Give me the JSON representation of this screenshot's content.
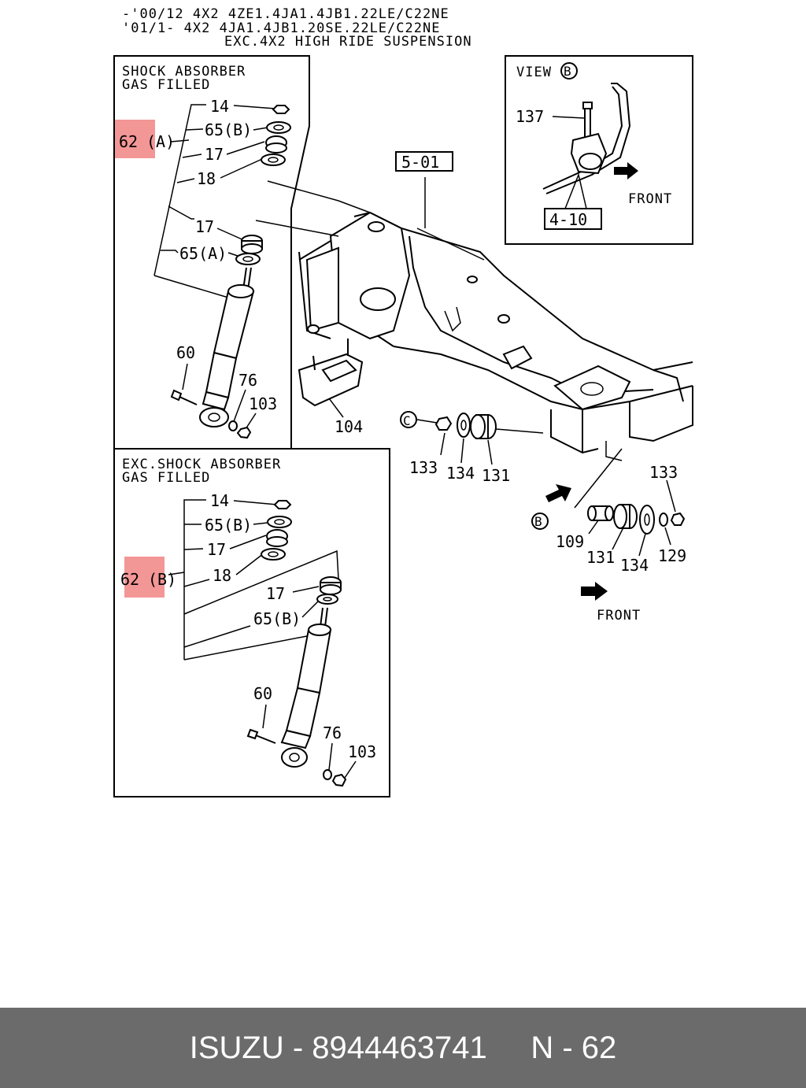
{
  "header": {
    "line1": "-'00/12  4X2  4ZE1.4JA1.4JB1.22LE/C22NE",
    "line2": "'01/1-   4X2  4JA1.4JB1.20SE.22LE/C22NE",
    "line3": "EXC.4X2 HIGH RIDE SUSPENSION"
  },
  "panel_a": {
    "title1": "SHOCK ABSORBER",
    "title2": "GAS FILLED",
    "callout_62": "62",
    "callout_62_suffix": "(A)",
    "labels": [
      "14",
      "65(B)",
      "17",
      "18",
      "17",
      "65(A)",
      "60",
      "76",
      "103"
    ]
  },
  "panel_b": {
    "title1": "EXC.SHOCK ABSORBER",
    "title2": "GAS FILLED",
    "callout_62": "62",
    "callout_62_suffix": "(B)",
    "labels": [
      "14",
      "65(B)",
      "17",
      "18",
      "17",
      "65(B)",
      "60",
      "76",
      "103"
    ]
  },
  "view_b": {
    "title": "VIEW",
    "marker": "B",
    "label_137": "137",
    "label_410": "4-10",
    "front": "FRONT"
  },
  "main": {
    "ref_501": "5-01",
    "label_104": "104",
    "marker_c": "C",
    "row_c": [
      "133",
      "134",
      "131"
    ],
    "marker_b": "B",
    "row_b": [
      "109",
      "131",
      "134",
      "129"
    ],
    "label_133_right": "133",
    "front": "FRONT"
  },
  "footer": {
    "text": "ISUZU - 8944463741     N - 62"
  },
  "colors": {
    "highlight": "#f28b8b",
    "footer_bg": "#6b6b6b"
  }
}
